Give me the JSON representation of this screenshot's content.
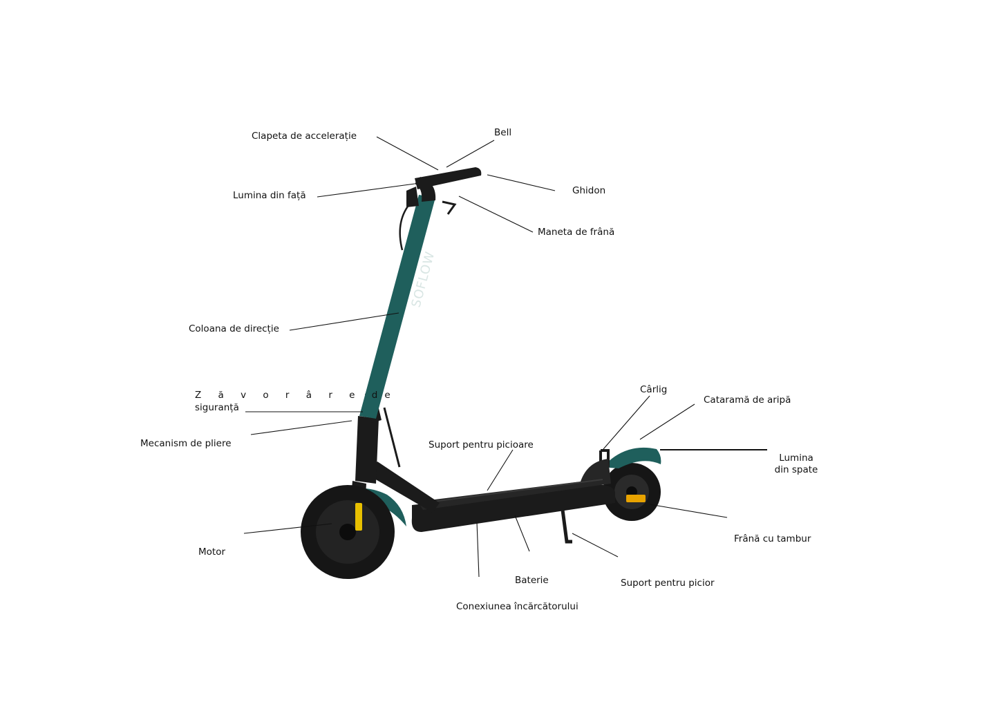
{
  "labels": {
    "throttle": "Clapeta de accelerație",
    "bell": "Bell",
    "front_light": "Lumina din față",
    "handlebar": "Ghidon",
    "brake_lever": "Maneta de frână",
    "steering_column": "Coloana de direcție",
    "safety_lock_line1": "Z ă v o r â r e  de",
    "safety_lock_line2": "siguranță",
    "folding_mechanism": "Mecanism de pliere",
    "hook": "Cârlig",
    "fender_buckle": "Cataramă de aripă",
    "footrest": "Suport pentru picioare",
    "rear_light_line1": "Lumina",
    "rear_light_line2": "din spate",
    "motor": "Motor",
    "drum_brake": "Frână cu tambur",
    "battery": "Baterie",
    "kickstand": "Suport pentru picior",
    "charger_port": "Conexiunea încărcătorului"
  },
  "brand_on_stem": "SOFLOW",
  "colors": {
    "frame_green": "#1f5f5c",
    "frame_black": "#1b1b1b",
    "tire": "#161616",
    "reflector": "#e8c000",
    "line": "#111111"
  }
}
